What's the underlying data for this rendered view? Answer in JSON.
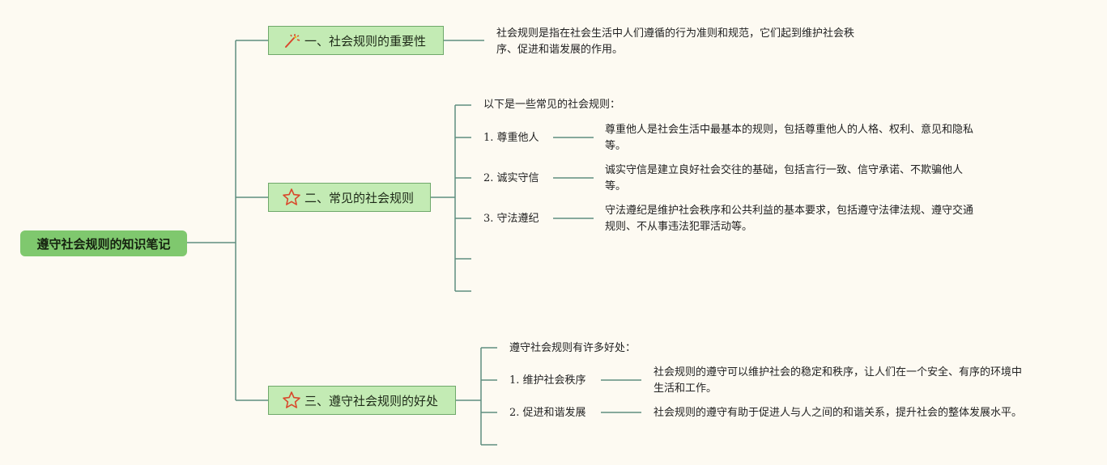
{
  "root": {
    "title": "遵守社会规则的知识笔记"
  },
  "branches": [
    {
      "icon": "magic-wand-icon",
      "title": "一、社会规则的重要性",
      "text_lines": [
        "社会规则是指在社会生活中人们遵循的行为准则和规范，它们起到维护社会秩",
        "序、促进和谐发展的作用。"
      ]
    },
    {
      "icon": "star-icon",
      "title": "二、常见的社会规则",
      "intro": "以下是一些常见的社会规则：",
      "items": [
        {
          "label": "1. 尊重他人",
          "desc_lines": [
            "尊重他人是社会生活中最基本的规则，包括尊重他人的人格、权利、意见和隐私",
            "等。"
          ]
        },
        {
          "label": "2. 诚实守信",
          "desc_lines": [
            "诚实守信是建立良好社会交往的基础，包括言行一致、信守承诺、不欺骗他人",
            "等。"
          ]
        },
        {
          "label": "3. 守法遵纪",
          "desc_lines": [
            "守法遵纪是维护社会秩序和公共利益的基本要求，包括遵守法律法规、遵守交通",
            "规则、不从事违法犯罪活动等。"
          ]
        }
      ]
    },
    {
      "icon": "star-icon",
      "title": "三、遵守社会规则的好处",
      "intro": "遵守社会规则有许多好处：",
      "items": [
        {
          "label": "1. 维护社会秩序",
          "desc_lines": [
            "社会规则的遵守可以维护社会的稳定和秩序，让人们在一个安全、有序的环境中",
            "生活和工作。"
          ]
        },
        {
          "label": "2. 促进和谐发展",
          "desc_lines": [
            "社会规则的遵守有助于促进人与人之间的和谐关系，提升社会的整体发展水平。"
          ]
        }
      ]
    }
  ],
  "colors": {
    "background": "#fdfaf2",
    "root_fill": "#7fc86e",
    "branch_fill": "#c3ebb4",
    "connector": "#5e8e80",
    "star_stroke": "#d9472b",
    "wand_accent": "#d9472b"
  }
}
